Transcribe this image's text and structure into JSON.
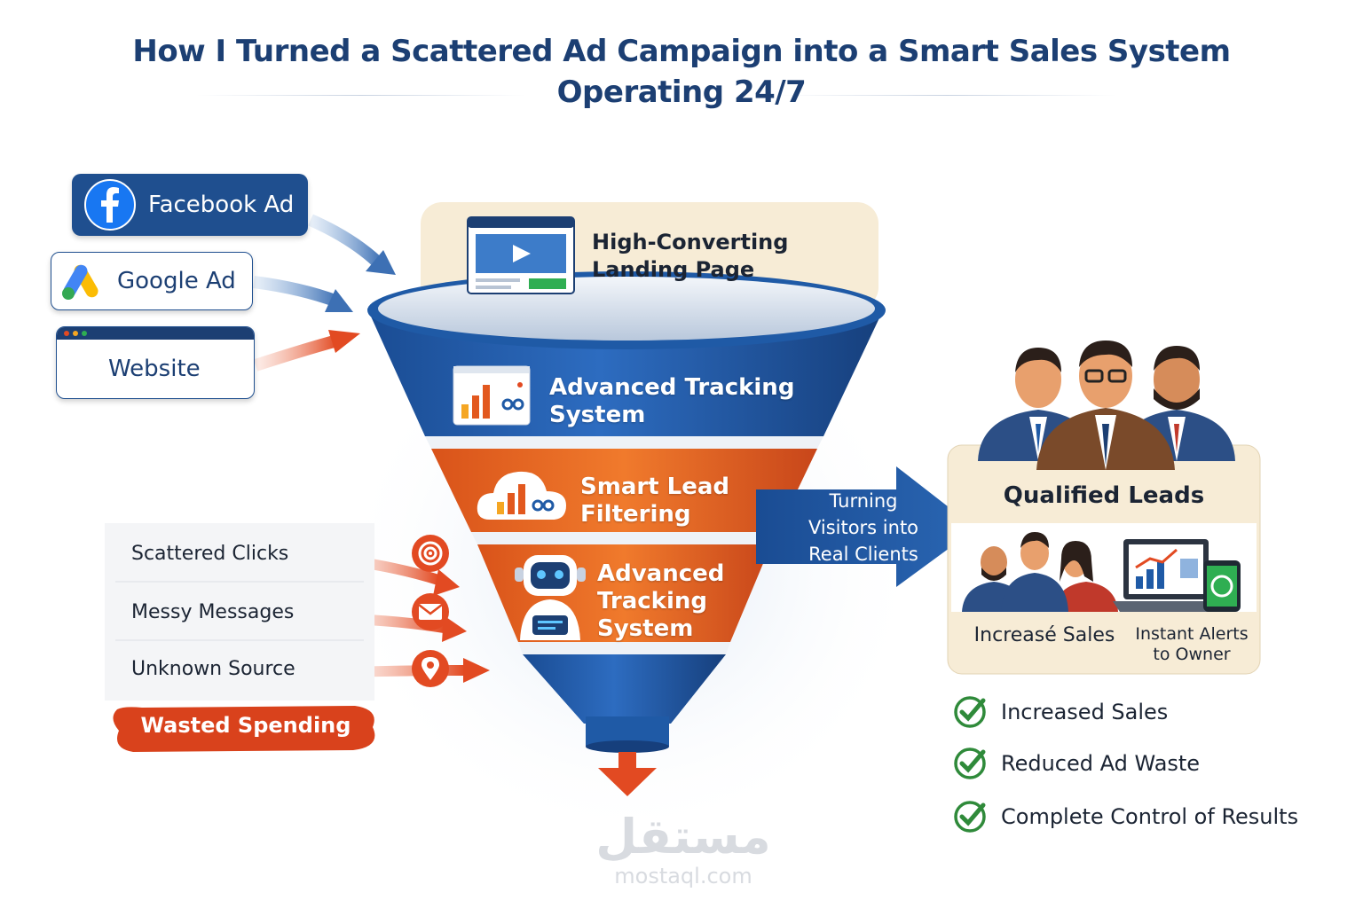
{
  "title": {
    "line1": "How I Turned a Scattered Ad Campaign into a Smart Sales System",
    "line2": "Operating 24/7"
  },
  "sources": [
    {
      "label": "Facebook Ad",
      "icon": "facebook-icon"
    },
    {
      "label": "Google Ad",
      "icon": "google-ads-icon"
    },
    {
      "label": "Website",
      "icon": "browser-icon"
    }
  ],
  "funnel": {
    "landing": {
      "label_line1": "High-Converting",
      "label_line2": "Landing Page",
      "icon": "video-landing-page-icon"
    },
    "stage1": {
      "label_line1": "Advanced Tracking",
      "label_line2": "System",
      "icon": "analytics-chart-icon"
    },
    "stage2": {
      "label_line1": "Smart Lead",
      "label_line2": "Filtering",
      "icon": "cloud-chart-icon"
    },
    "stage3": {
      "label_line1": "Advanced",
      "label_line2": "Tracking",
      "label_line3": "System",
      "icon": "robot-icon"
    }
  },
  "arrow_label": {
    "line1": "Turning",
    "line2": "Visitors into",
    "line3": "Real Clients"
  },
  "problems": [
    {
      "label": "Scattered Clicks",
      "icon": "target-icon"
    },
    {
      "label": "Messy Messages",
      "icon": "envelope-icon"
    },
    {
      "label": "Unknown Source",
      "icon": "location-pin-icon"
    }
  ],
  "wasted": "Wasted Spending",
  "results": {
    "qualified_leads": "Qualified Leads",
    "increase_sales": "Increasé Sales",
    "alerts_line1": "Instant Alerts",
    "alerts_line2": "to Owner"
  },
  "benefits": [
    "Increased Sales",
    "Reduced Ad Waste",
    "Complete Control of Results"
  ],
  "watermark": {
    "arabic": "مستقل",
    "latin": "mostaql.com"
  },
  "colors": {
    "navy": "#1c3f73",
    "blue": "#1f5aa6",
    "orange": "#e2581e",
    "red": "#e24a22",
    "green": "#2f8a3a",
    "cream": "#f7ecd6"
  }
}
